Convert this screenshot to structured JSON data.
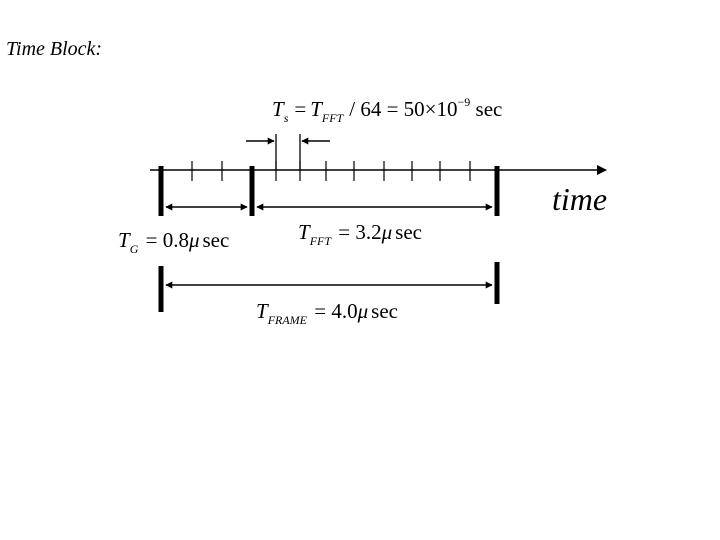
{
  "slide": {
    "title": "Time Block:"
  },
  "labels": {
    "ts_equation": {
      "lhs_var": "T",
      "lhs_sub": "s",
      "eq1": "=",
      "rhs_var": "T",
      "rhs_sub": "FFT",
      "divide": "/ 64 = 50×10",
      "exp": "−9",
      "unit": " sec"
    },
    "axis_label": "time",
    "tg": {
      "var": "T",
      "sub": "G",
      "value": " = 0.8",
      "mu": "μ",
      "unit": "sec"
    },
    "tfft": {
      "var": "T",
      "sub": "FFT",
      "value": " = 3.2",
      "mu": "μ",
      "unit": "sec"
    },
    "tframe": {
      "var": "T",
      "sub": "FRAME",
      "value": " = 4.0",
      "mu": "μ",
      "unit": "sec"
    }
  },
  "colors": {
    "stroke": "#000000",
    "background": "#ffffff"
  }
}
